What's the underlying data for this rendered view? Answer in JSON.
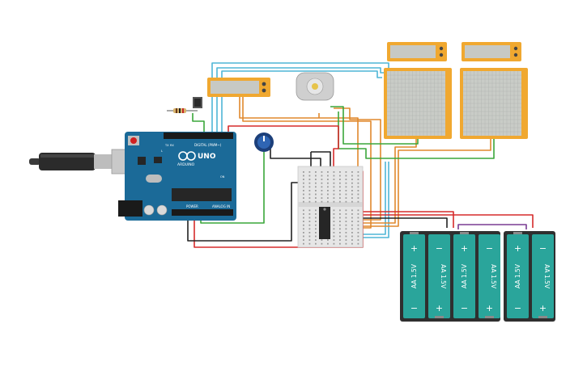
{
  "arduino": {
    "logo_text": "UNO",
    "brand_text": "ARDUINO",
    "digital_label": "DIGITAL (PWM~)",
    "power_label": "POWER",
    "analog_label": "ANALOG IN",
    "tx_label": "TX",
    "rx_label": "RX",
    "l_label": "L",
    "on_label": "ON"
  },
  "battery_label": "AA 1.5V",
  "battery_plus": "+",
  "battery_minus": "−",
  "colors": {
    "arduino_board": "#1b6a98",
    "battery_cell": "#2aa59b",
    "battery_case": "#2f2f2f",
    "display_frame": "#f0a830",
    "display_screen": "#c7c9c4",
    "wire_red": "#d52b2b",
    "wire_black": "#222222",
    "wire_green": "#3aa63a",
    "wire_orange": "#e0882d",
    "wire_cyan": "#4fb6d6",
    "wire_purple": "#7a3c93",
    "breadboard": "#e6e6e6"
  }
}
